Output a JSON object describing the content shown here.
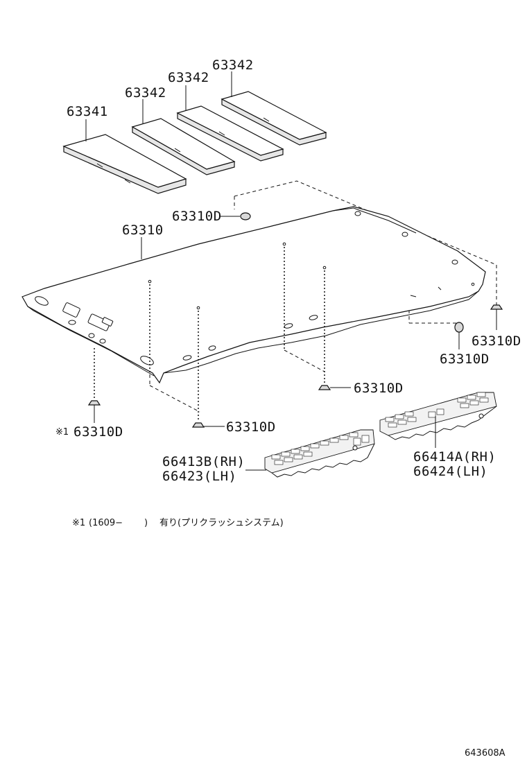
{
  "labels": {
    "pad_63341": "63341",
    "pad_63342_a": "63342",
    "pad_63342_b": "63342",
    "pad_63342_c": "63342",
    "headlining": "63310",
    "clip_top": "63310D",
    "clip_right_upper": "63310D",
    "clip_right_lower": "63310D",
    "clip_center": "63310D",
    "clip_left_marked": "63310D",
    "clip_left_mark_prefix": "※1",
    "clip_bottom_center": "63310D",
    "duct_rh_b": "66413B(RH)",
    "duct_lh_b": "66423(LH)",
    "duct_rh_a": "66414A(RH)",
    "duct_lh_a": "66424(LH)"
  },
  "footnote": {
    "mark": "※1",
    "range": "(1609−",
    "close": ")",
    "text": "有り(プリクラッシュシステム)"
  },
  "drawing_code": "643608A"
}
